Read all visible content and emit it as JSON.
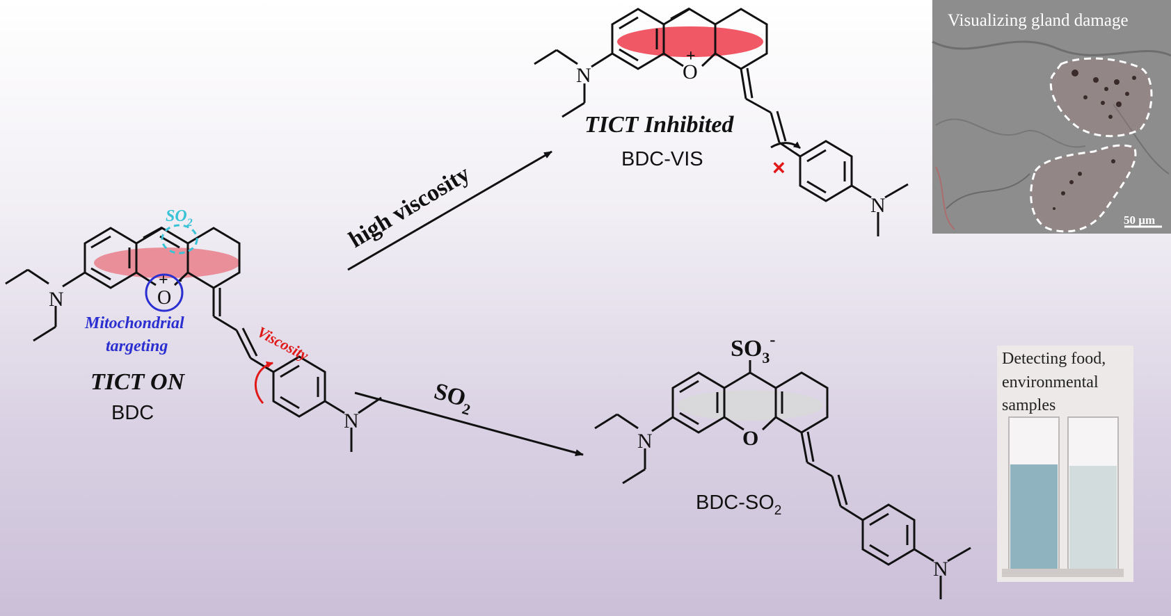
{
  "diagram": {
    "probe": {
      "state_label": "TICT ON",
      "name": "BDC",
      "analyte_site_label": "SO",
      "analyte_site_sub": "2",
      "targeting_line1": "Mitochondrial",
      "targeting_line2": "targeting",
      "rotation_label": "Viscosity",
      "charge": "+",
      "counter_charge": "-"
    },
    "viscosity_path": {
      "arrow_label": "high viscosity",
      "state_label": "TICT Inhibited",
      "product_name": "BDC-VIS",
      "block_mark": "×"
    },
    "so2_path": {
      "arrow_label": "SO",
      "arrow_label_sub": "2",
      "product_name": "BDC-SO",
      "product_name_sub": "2",
      "adduct_group": "SO",
      "adduct_sub": "3",
      "adduct_charge": "-"
    },
    "atoms": {
      "nitrogen": "N",
      "oxygen": "O"
    },
    "imaging_panel": {
      "title": "Visualizing gland damage",
      "scale_bar": "50 µm"
    },
    "cuvette_panel": {
      "line1": "Detecting food,",
      "line2": "environmental",
      "line3": "samples"
    },
    "colors": {
      "conjugation_highlight": "#e8606c",
      "quenched_highlight": "#d8d8d8",
      "so2_circle": "#3ac3d6",
      "targeting_blue": "#2b2fd0",
      "viscosity_red": "#e01818",
      "line": "#111111"
    }
  }
}
